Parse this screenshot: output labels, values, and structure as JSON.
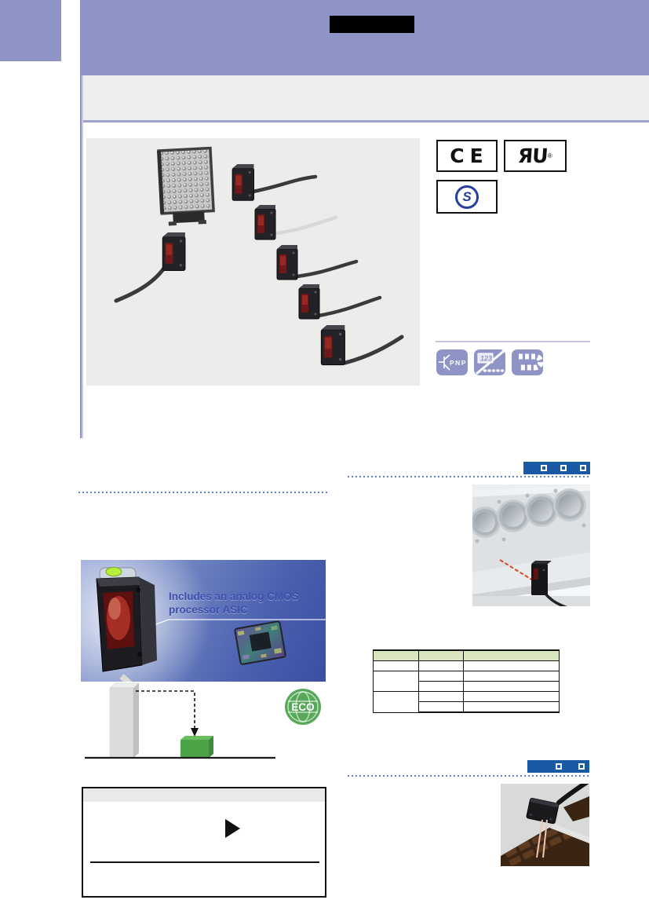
{
  "page": {
    "kind": "sensor-catalog-page"
  },
  "colors": {
    "accent_purple": "#8E94C5",
    "accent_purple_light": "#C6CAE4",
    "series_badge_black": "#000000",
    "section_badge_blue": "#1A5AA5",
    "dotted_rule_blue": "#5E82C0",
    "table_header_green": "#D9E5BC",
    "eco_green": "#57A859",
    "s_mark_blue": "#24409B",
    "subbar_gray": "#EDEFEC",
    "photo_bg_gray": "#ECEDEB"
  },
  "certifications": {
    "ce": "CE",
    "ul_glyph": "ЯU",
    "ul_registered": "®",
    "s_mark": "S"
  },
  "feature_icons": [
    {
      "name": "pnp-output-icon",
      "label": "PNP"
    },
    {
      "name": "digital-display-icon",
      "label": "123"
    },
    {
      "name": "robot-cable-icon",
      "label": ""
    }
  ],
  "promo": {
    "caption_line1": "Includes an analog CMOS",
    "caption_line2": "processor ASIC"
  },
  "eco_label": "ECO",
  "section_badges": {
    "top_squares": 3,
    "bottom_squares": 2
  },
  "table": {
    "header": [
      "",
      "",
      ""
    ],
    "rows": [
      [
        "",
        "",
        ""
      ],
      [
        "",
        "",
        ""
      ],
      [
        "",
        "",
        ""
      ],
      [
        "",
        "",
        ""
      ],
      [
        "",
        "",
        ""
      ]
    ]
  }
}
